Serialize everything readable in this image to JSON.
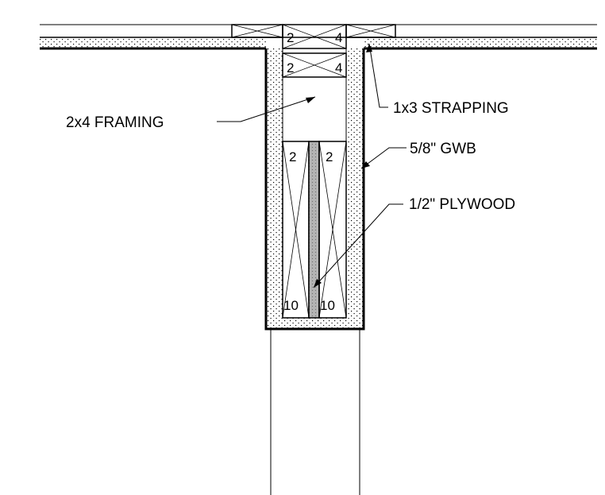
{
  "title": "",
  "annotations": {
    "framing": "2x4 FRAMING",
    "strapping": "1x3 STRAPPING",
    "gwb": "5/8\" GWB",
    "plywood": "1/2\" PLYWOOD"
  },
  "member_marks": {
    "top_left": "2",
    "top_right": "4",
    "mid_left": "2",
    "mid_right": "4",
    "beam_left_top": "2",
    "beam_right_top": "2",
    "beam_left_bottom": "10",
    "beam_right_bottom": "10"
  },
  "colors": {
    "line": "#000000",
    "background": "#ffffff",
    "plywood_fill": "#b0b0b0"
  }
}
